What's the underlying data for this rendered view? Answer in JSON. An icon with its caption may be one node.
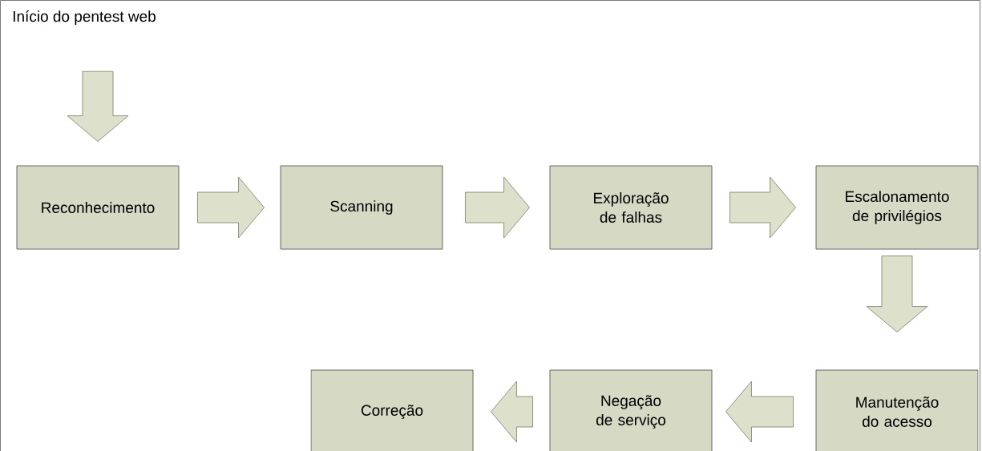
{
  "diagram": {
    "nodes": [
      {
        "text": [
          "Início do pentest web"
        ]
      },
      {
        "text": [
          "Reconhecimento"
        ]
      },
      {
        "text": [
          "Scanning"
        ]
      },
      {
        "text": [
          "Exploração de falhas"
        ]
      },
      {
        "text": [
          "Escalonamento de privilégios"
        ]
      },
      {
        "text": [
          "Manutenção do acesso"
        ]
      },
      {
        "text": [
          "Negação de serviço"
        ]
      },
      {
        "text": [
          "Correção"
        ]
      }
    ],
    "edges": [
      {
        "from": 0,
        "to": 1,
        "arrow": "to"
      },
      {
        "from": 1,
        "to": 2,
        "arrow": "to"
      },
      {
        "from": 2,
        "to": 3,
        "arrow": "to"
      },
      {
        "from": 3,
        "to": 4,
        "arrow": "to"
      },
      {
        "from": 4,
        "to": 5,
        "arrow": "to"
      },
      {
        "from": 5,
        "to": 6,
        "arrow": "to"
      },
      {
        "from": 6,
        "to": 7,
        "arrow": "to"
      }
    ]
  }
}
